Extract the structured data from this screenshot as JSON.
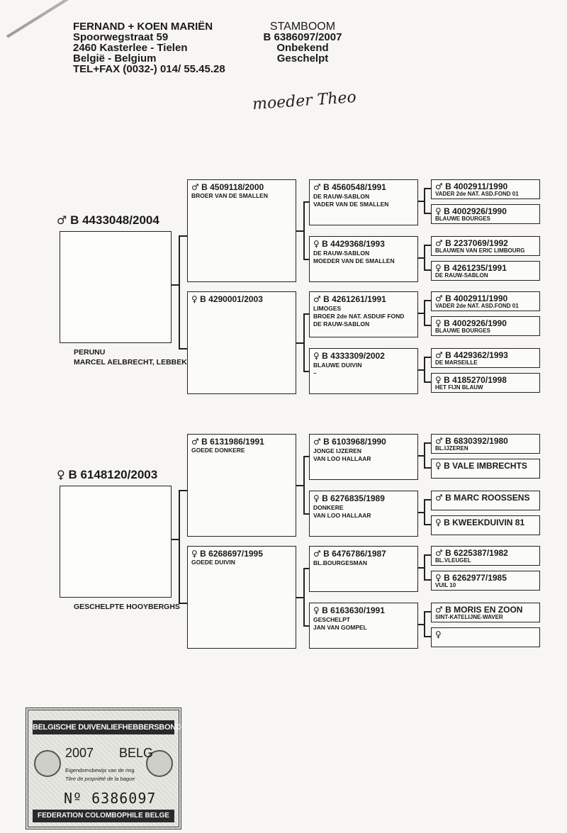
{
  "header": {
    "owner_lines": [
      "FERNAND + KOEN MARIËN",
      "Spoorwegstraat 59",
      "2460 Kasterlee - Tielen",
      "België - Belgium",
      "TEL+FAX (0032-) 014/ 55.45.28"
    ],
    "doc_lines": [
      "STAMBOOM",
      "B 6386097/2007",
      "Onbekend",
      "Geschelpt"
    ],
    "handwritten_note": "moeder Theo"
  },
  "symbols": {
    "male": "♂",
    "female": "♀"
  },
  "sire": {
    "sex": "male",
    "ring": "B 4433048/2004",
    "caption": [
      "PERUNU",
      "MARCEL AELBRECHT, LEBBEKE"
    ],
    "sire": {
      "sex": "male",
      "ring": "B 4509118/2000",
      "lines": [
        "BROER VAN DE SMALLEN"
      ],
      "sire": {
        "sex": "male",
        "ring": "B 4560548/1991",
        "lines": [
          "DE RAUW-SABLON",
          "VADER VAN DE SMALLEN"
        ],
        "sire": {
          "sex": "male",
          "ring": "B 4002911/1990",
          "lines": [
            "VADER 2de NAT. ASD.FOND 01"
          ]
        },
        "dam": {
          "sex": "female",
          "ring": "B 4002926/1990",
          "lines": [
            "BLAUWE BOURGES"
          ]
        }
      },
      "dam": {
        "sex": "female",
        "ring": "B 4429368/1993",
        "lines": [
          "DE RAUW-SABLON",
          "MOEDER VAN DE SMALLEN"
        ],
        "sire": {
          "sex": "male",
          "ring": "B 2237069/1992",
          "lines": [
            "BLAUWEN VAN ERIC LIMBOURG"
          ]
        },
        "dam": {
          "sex": "female",
          "ring": "B 4261235/1991",
          "lines": [
            "DE RAUW-SABLON"
          ]
        }
      }
    },
    "dam": {
      "sex": "female",
      "ring": "B 4290001/2003",
      "lines": [],
      "sire": {
        "sex": "male",
        "ring": "B 4261261/1991",
        "lines": [
          "LIMOGES",
          "BROER 2de NAT. ASDUIF FOND",
          "DE RAUW-SABLON"
        ],
        "sire": {
          "sex": "male",
          "ring": "B 4002911/1990",
          "lines": [
            "VADER 2de NAT. ASD.FOND 01"
          ]
        },
        "dam": {
          "sex": "female",
          "ring": "B 4002926/1990",
          "lines": [
            "BLAUWE BOURGES"
          ]
        }
      },
      "dam": {
        "sex": "female",
        "ring": "B 4333309/2002",
        "lines": [
          "BLAUWE DUIVIN",
          "–"
        ],
        "sire": {
          "sex": "male",
          "ring": "B 4429362/1993",
          "lines": [
            "DE MARSEILLE"
          ]
        },
        "dam": {
          "sex": "female",
          "ring": "B 4185270/1998",
          "lines": [
            "HET FIJN BLAUW"
          ]
        }
      }
    }
  },
  "dam": {
    "sex": "female",
    "ring": "B 6148120/2003",
    "caption": [
      "GESCHELPTE HOOYBERGHS"
    ],
    "sire": {
      "sex": "male",
      "ring": "B 6131986/1991",
      "lines": [
        "GOEDE DONKERE"
      ],
      "sire": {
        "sex": "male",
        "ring": "B 6103968/1990",
        "lines": [
          "JONGE IJZEREN",
          "VAN LOO HALLAAR"
        ],
        "sire": {
          "sex": "male",
          "ring": "B 6830392/1980",
          "lines": [
            "BL.IJZEREN"
          ]
        },
        "dam": {
          "sex": "female",
          "ring": "B VALE IMBRECHTS",
          "lines": []
        }
      },
      "dam": {
        "sex": "female",
        "ring": "B 6276835/1989",
        "lines": [
          "DONKERE",
          "VAN LOO HALLAAR"
        ],
        "sire": {
          "sex": "male",
          "ring": "B MARC ROOSSENS",
          "lines": []
        },
        "dam": {
          "sex": "female",
          "ring": "B KWEEKDUIVIN 81",
          "lines": []
        }
      }
    },
    "dam": {
      "sex": "female",
      "ring": "B 6268697/1995",
      "lines": [
        "GOEDE DUIVIN"
      ],
      "sire": {
        "sex": "male",
        "ring": "B 6476786/1987",
        "lines": [
          "BL.BOURGESMAN"
        ],
        "sire": {
          "sex": "male",
          "ring": "B 6225387/1982",
          "lines": [
            "BL.VLEUGEL"
          ]
        },
        "dam": {
          "sex": "female",
          "ring": "B 6262977/1985",
          "lines": [
            "VUIL 10"
          ]
        }
      },
      "dam": {
        "sex": "female",
        "ring": "B 6163630/1991",
        "lines": [
          "GESCHELPT",
          "JAN VAN GOMPEL"
        ],
        "sire": {
          "sex": "male",
          "ring": "B MORIS EN ZOON",
          "lines": [
            "SINT-KATELIJNE-WAVER"
          ]
        },
        "dam": {
          "sex": "female",
          "ring": "",
          "lines": []
        }
      }
    }
  },
  "stamp": {
    "top": "BELGISCHE DUIVENLIEFHEBBERSBOND",
    "year": "2007",
    "country": "BELG",
    "line1": "Eigendomsbewijs van de ring",
    "line2": "Titre de propriété de la bague",
    "number": "Nº 6386097",
    "bottom": "FEDERATION COLOMBOPHILE BELGE"
  }
}
